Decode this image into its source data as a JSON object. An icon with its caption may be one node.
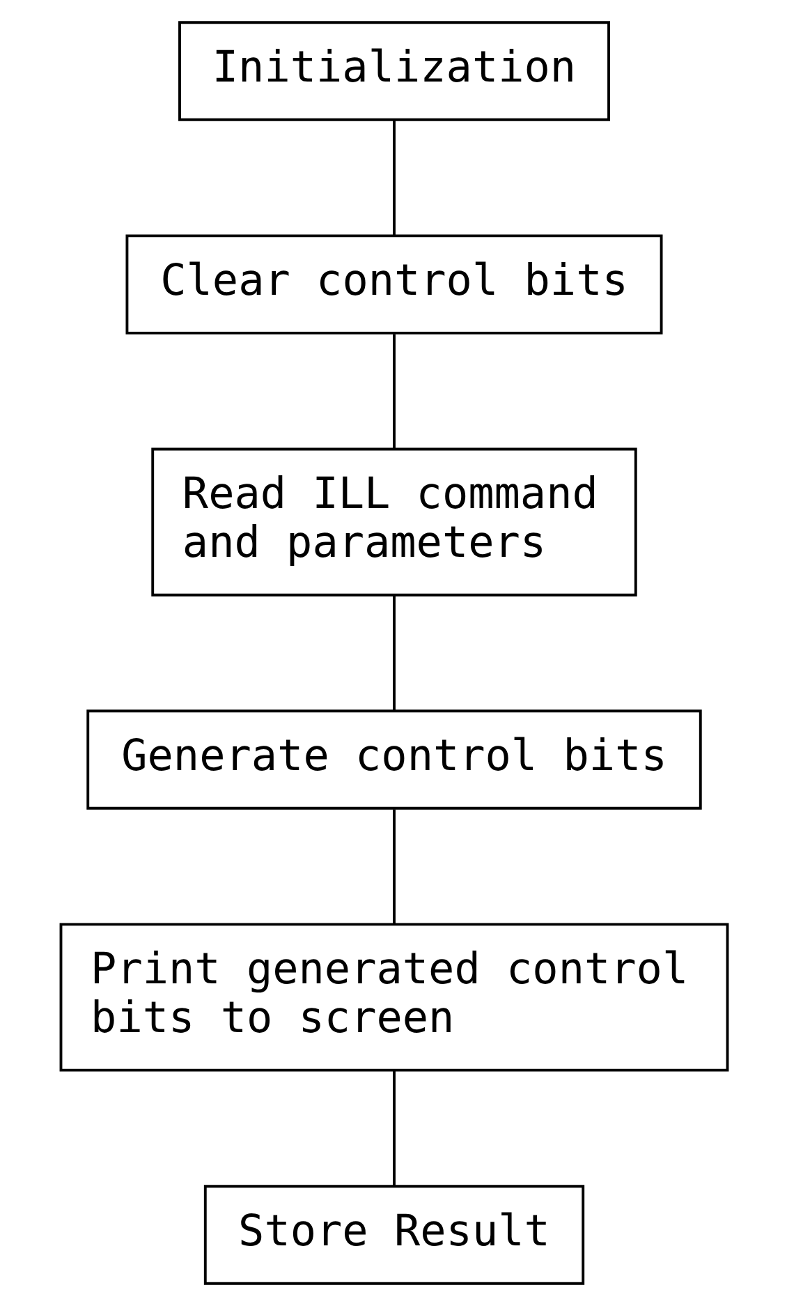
{
  "diagram": {
    "nodes": [
      {
        "text": [
          "Initialization"
        ]
      },
      {
        "text": [
          "Clear control bits"
        ]
      },
      {
        "text": [
          "Read ILL command and parameters"
        ]
      },
      {
        "text": [
          "Generate control bits"
        ]
      },
      {
        "text": [
          "Print generated control bits to screen"
        ]
      },
      {
        "text": [
          "Store Result"
        ]
      }
    ],
    "edges": [
      {
        "from": 0,
        "to": 1,
        "arrow": "none"
      },
      {
        "from": 1,
        "to": 2,
        "arrow": "none"
      },
      {
        "from": 2,
        "to": 3,
        "arrow": "none"
      },
      {
        "from": 3,
        "to": 4,
        "arrow": "none"
      },
      {
        "from": 4,
        "to": 5,
        "arrow": "none"
      }
    ]
  }
}
